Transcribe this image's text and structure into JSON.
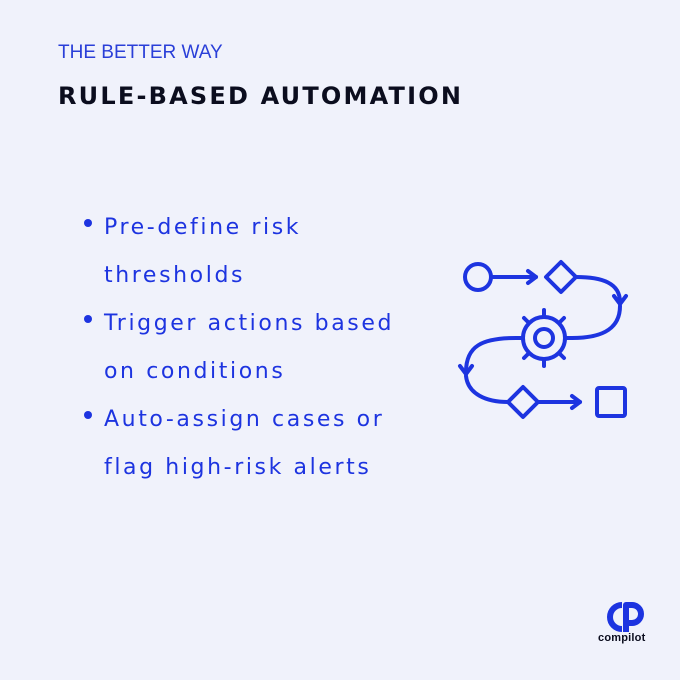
{
  "header": {
    "eyebrow": "THE BETTER WAY",
    "title": "RULE-BASED AUTOMATION"
  },
  "bullets": [
    {
      "text": "Pre-define risk thresholds"
    },
    {
      "text": "Trigger actions based on conditions"
    },
    {
      "text": "Auto-assign cases or flag high-risk alerts"
    }
  ],
  "illustration": {
    "icon": "workflow-flowchart-icon"
  },
  "brand": {
    "name": "compilot",
    "icon": "compilot-logo-icon"
  },
  "colors": {
    "background": "#f0f2fb",
    "accent": "#1d34e0",
    "title": "#0b0d1e"
  }
}
